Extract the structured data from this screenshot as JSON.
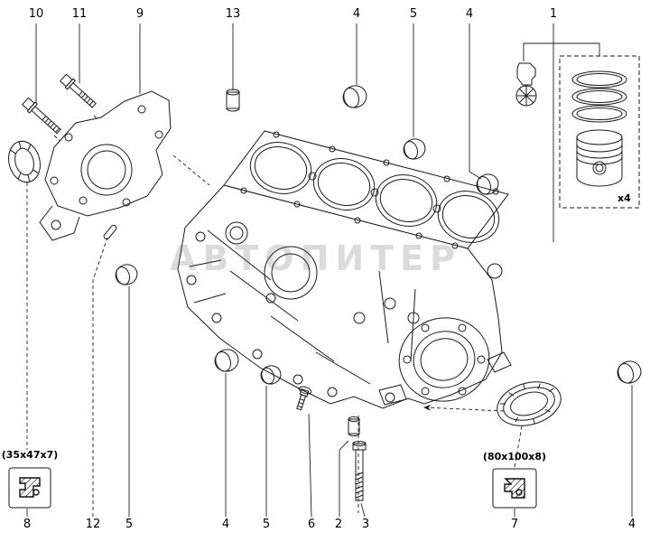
{
  "diagram": {
    "watermark": "АВТОПИТЕР",
    "callouts_top": [
      {
        "label": "10"
      },
      {
        "label": "11"
      },
      {
        "label": "9"
      },
      {
        "label": "13"
      },
      {
        "label": "4"
      },
      {
        "label": "5"
      },
      {
        "label": "4"
      },
      {
        "label": "1"
      }
    ],
    "callouts_bottom": [
      {
        "label": "8"
      },
      {
        "label": "12"
      },
      {
        "label": "5"
      },
      {
        "label": "4"
      },
      {
        "label": "5"
      },
      {
        "label": "6"
      },
      {
        "label": "2"
      },
      {
        "label": "3"
      },
      {
        "label": "7"
      },
      {
        "label": "4"
      }
    ],
    "annotations": {
      "left_seal_size": "(35x47x7)",
      "right_seal_size": "(80x100x8)",
      "piston_set_qty": "x4"
    }
  }
}
